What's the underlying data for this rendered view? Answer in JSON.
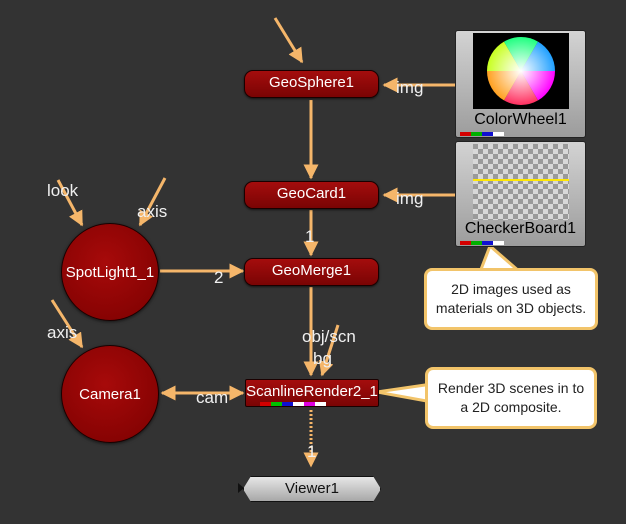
{
  "nodes": {
    "geosphere": "GeoSphere1",
    "geocard": "GeoCard1",
    "geomerge": "GeoMerge1",
    "spotlight": "SpotLight1_1",
    "camera": "Camera1",
    "scanline": "ScanlineRender2_1",
    "viewer": "Viewer1",
    "colorwheel": "ColorWheel1",
    "checkerboard": "CheckerBoard1"
  },
  "edge_labels": {
    "img_geosphere": "img",
    "img_geocard": "img",
    "look": "look",
    "axis_spotlight": "axis",
    "axis_camera": "axis",
    "merge_input_1": "1",
    "merge_input_2": "2",
    "obj_scn": "obj/scn",
    "bg": "bg",
    "cam": "cam",
    "viewer_input_1": "1"
  },
  "callouts": {
    "images": "2D images used as materials on 3D objects.",
    "render": "Render 3D scenes in to a 2D composite."
  },
  "colors": {
    "background": "#333333",
    "node_red": "#8e0707",
    "edge": "#f5b66a",
    "callout_border": "#f2c46a",
    "viewer_gray": "#c4c4c4"
  }
}
